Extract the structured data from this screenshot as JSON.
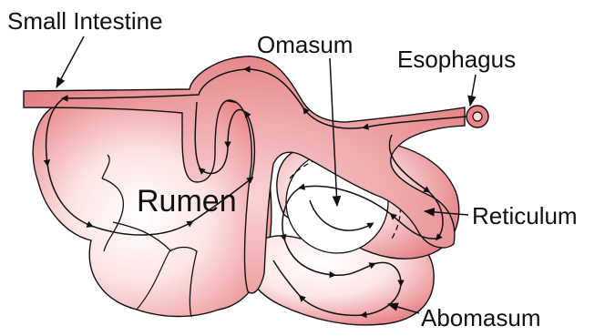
{
  "labels": {
    "small_intestine": "Small Intestine",
    "omasum": "Omasum",
    "esophagus": "Esophagus",
    "rumen": "Rumen",
    "reticulum": "Reticulum",
    "abomasum": "Abomasum"
  },
  "colors": {
    "organ_fill": "#e9868a",
    "organ_highlight": "#fff2f2",
    "outline": "#111111",
    "text": "#111111"
  }
}
